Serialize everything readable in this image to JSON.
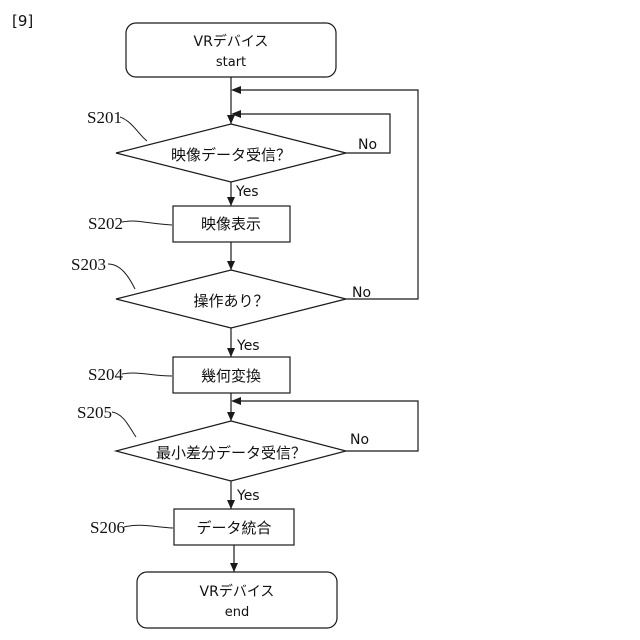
{
  "figure_label": "[9]",
  "start_box": {
    "line1": "VRデバイス",
    "line2": "start"
  },
  "end_box": {
    "line1": "VRデバイス",
    "line2": "end"
  },
  "steps": {
    "s201": {
      "id": "S201",
      "text": "映像データ受信？",
      "yes": "Yes",
      "no": "No"
    },
    "s202": {
      "id": "S202",
      "text": "映像表示"
    },
    "s203": {
      "id": "S203",
      "text": "操作あり？",
      "yes": "Yes",
      "no": "No"
    },
    "s204": {
      "id": "S204",
      "text": "幾何変換"
    },
    "s205": {
      "id": "S205",
      "text": "最小差分データ受信？",
      "yes": "Yes",
      "no": "No"
    },
    "s206": {
      "id": "S206",
      "text": "データ統合"
    }
  }
}
